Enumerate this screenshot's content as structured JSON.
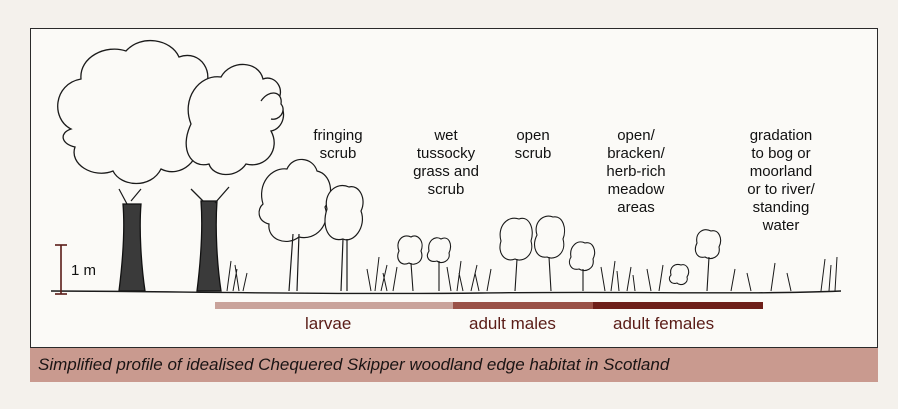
{
  "zones": [
    {
      "id": "fringing-scrub",
      "label": "fringing\nscrub"
    },
    {
      "id": "wet-tussocky",
      "label": "wet\ntussocky\ngrass and\nscrub"
    },
    {
      "id": "open-scrub",
      "label": "open\nscrub"
    },
    {
      "id": "open-bracken",
      "label": "open/\nbracken/\nherb-rich\nmeadow\nareas"
    },
    {
      "id": "gradation",
      "label": "gradation\nto bog or\nmoorland\nor to river/\nstanding\nwater"
    }
  ],
  "scale_label": "1 m",
  "bands": [
    {
      "id": "larvae",
      "label": "larvae",
      "color": "#c9a39b"
    },
    {
      "id": "adult-males",
      "label": "adult males",
      "color": "#9a5147"
    },
    {
      "id": "adult-females",
      "label": "adult females",
      "color": "#6e1f19"
    }
  ],
  "caption": "Simplified profile of idealised Chequered Skipper woodland edge habitat in Scotland"
}
